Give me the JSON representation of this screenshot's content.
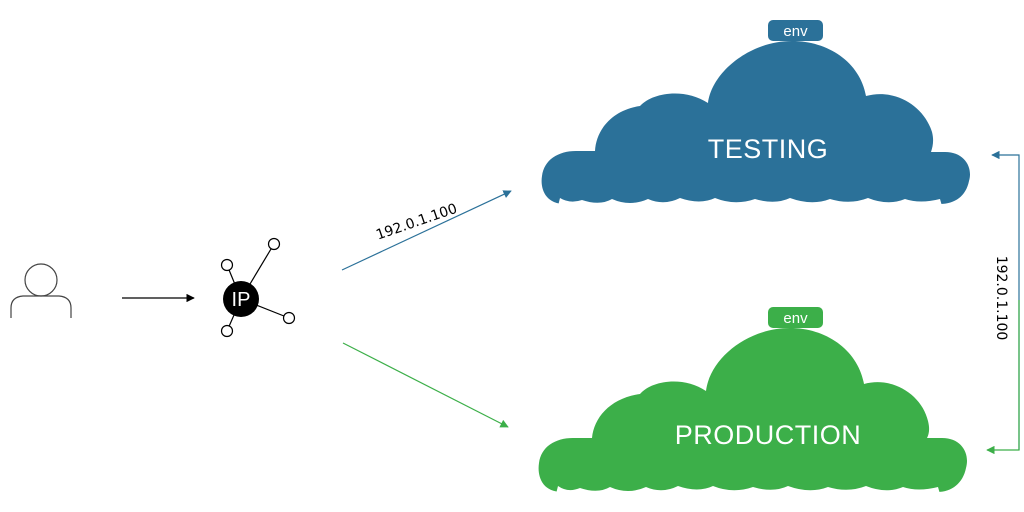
{
  "diagram": {
    "ip_node": {
      "label": "IP"
    },
    "links": {
      "to_testing": {
        "label": "192.0.1.100"
      },
      "swap": {
        "label": "192.0.1.100"
      }
    },
    "environments": [
      {
        "id": "testing",
        "badge": "env",
        "name": "TESTING"
      },
      {
        "id": "production",
        "badge": "env",
        "name": "PRODUCTION"
      }
    ]
  },
  "colors": {
    "testing": "#2b7199",
    "production": "#3caf49",
    "line": "#000000",
    "background": "#ffffff"
  },
  "icons": {
    "user": "user-icon",
    "ip_hub": "network-hub-icon"
  }
}
